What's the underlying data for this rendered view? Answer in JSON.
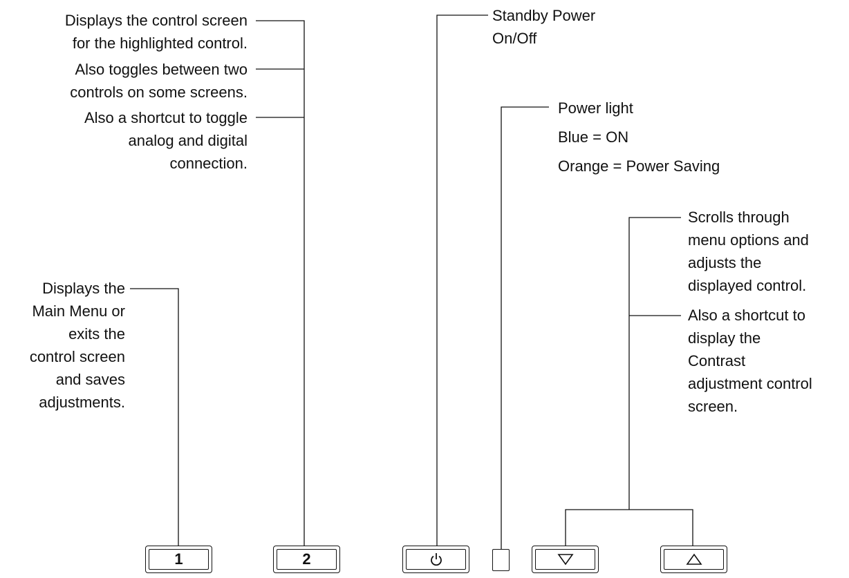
{
  "labels": {
    "button2": [
      "Displays the control screen\nfor the highlighted control.",
      "Also toggles between two\ncontrols on some screens.",
      "Also a shortcut to toggle\nanalog and digital\nconnection."
    ],
    "button1": "Displays the\nMain Menu or\nexits the\ncontrol screen\nand saves\nadjustments.",
    "power_button": "Standby Power\nOn/Off",
    "power_light": {
      "title": "Power light",
      "blue": "Blue = ON",
      "orange": "Orange = Power Saving"
    },
    "arrows": [
      "Scrolls through\nmenu options and\nadjusts the\ndisplayed control.",
      "Also a shortcut to\ndisplay the\nContrast\nadjustment control\nscreen."
    ]
  },
  "buttons": {
    "button1": "1",
    "button2": "2",
    "power_icon": "power-icon",
    "down_icon": "triangle-down-icon",
    "up_icon": "triangle-up-icon"
  }
}
